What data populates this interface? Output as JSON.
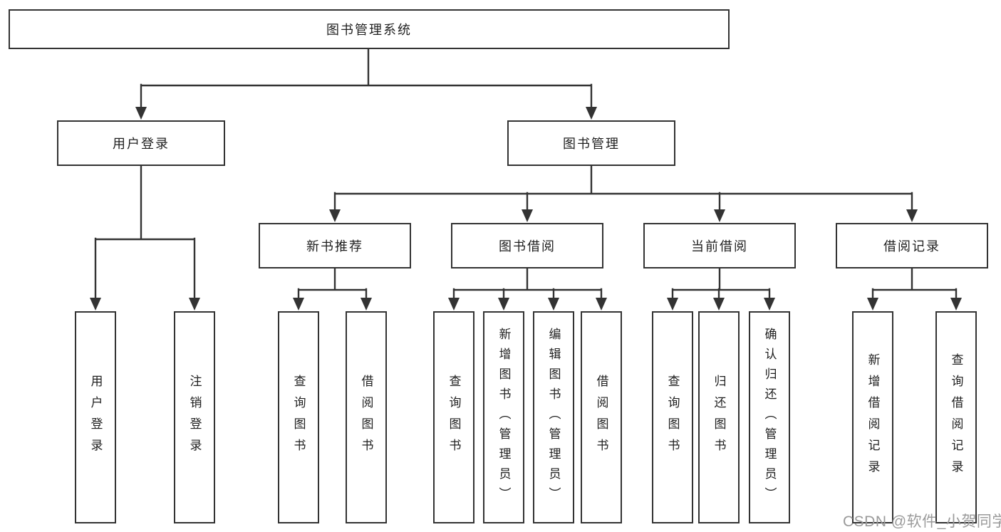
{
  "diagram_title": "图书管理系统",
  "nodes": {
    "root": "图书管理系统",
    "user_login": "用户登录",
    "book_management": "图书管理",
    "new_book_recommend": "新书推荐",
    "book_borrow": "图书借阅",
    "current_borrow": "当前借阅",
    "borrow_records": "借阅记录",
    "leaf_user_login": "用户登录",
    "leaf_logout": "注销登录",
    "leaf_query_books_recommend": "查询图书",
    "leaf_borrow_books_recommend": "借阅图书",
    "leaf_query_books_borrow": "查询图书",
    "leaf_add_books_admin": "新增图书（管理员）",
    "leaf_edit_books_admin": "编辑图书（管理员）",
    "leaf_borrow_books_borrow": "借阅图书",
    "leaf_query_books_current": "查询图书",
    "leaf_return_books": "归还图书",
    "leaf_confirm_return_admin": "确认归还（管理员）",
    "leaf_add_borrow_record": "新增借阅记录",
    "leaf_query_borrow_record": "查询借阅记录"
  },
  "watermark": "CSDN @软件_小贺同学",
  "colors": {
    "line": "#333333",
    "box_border": "#333333",
    "box_fill": "#ffffff",
    "text": "#1f1f1f",
    "background": "#ffffff",
    "watermark": "#9a9a9a"
  }
}
